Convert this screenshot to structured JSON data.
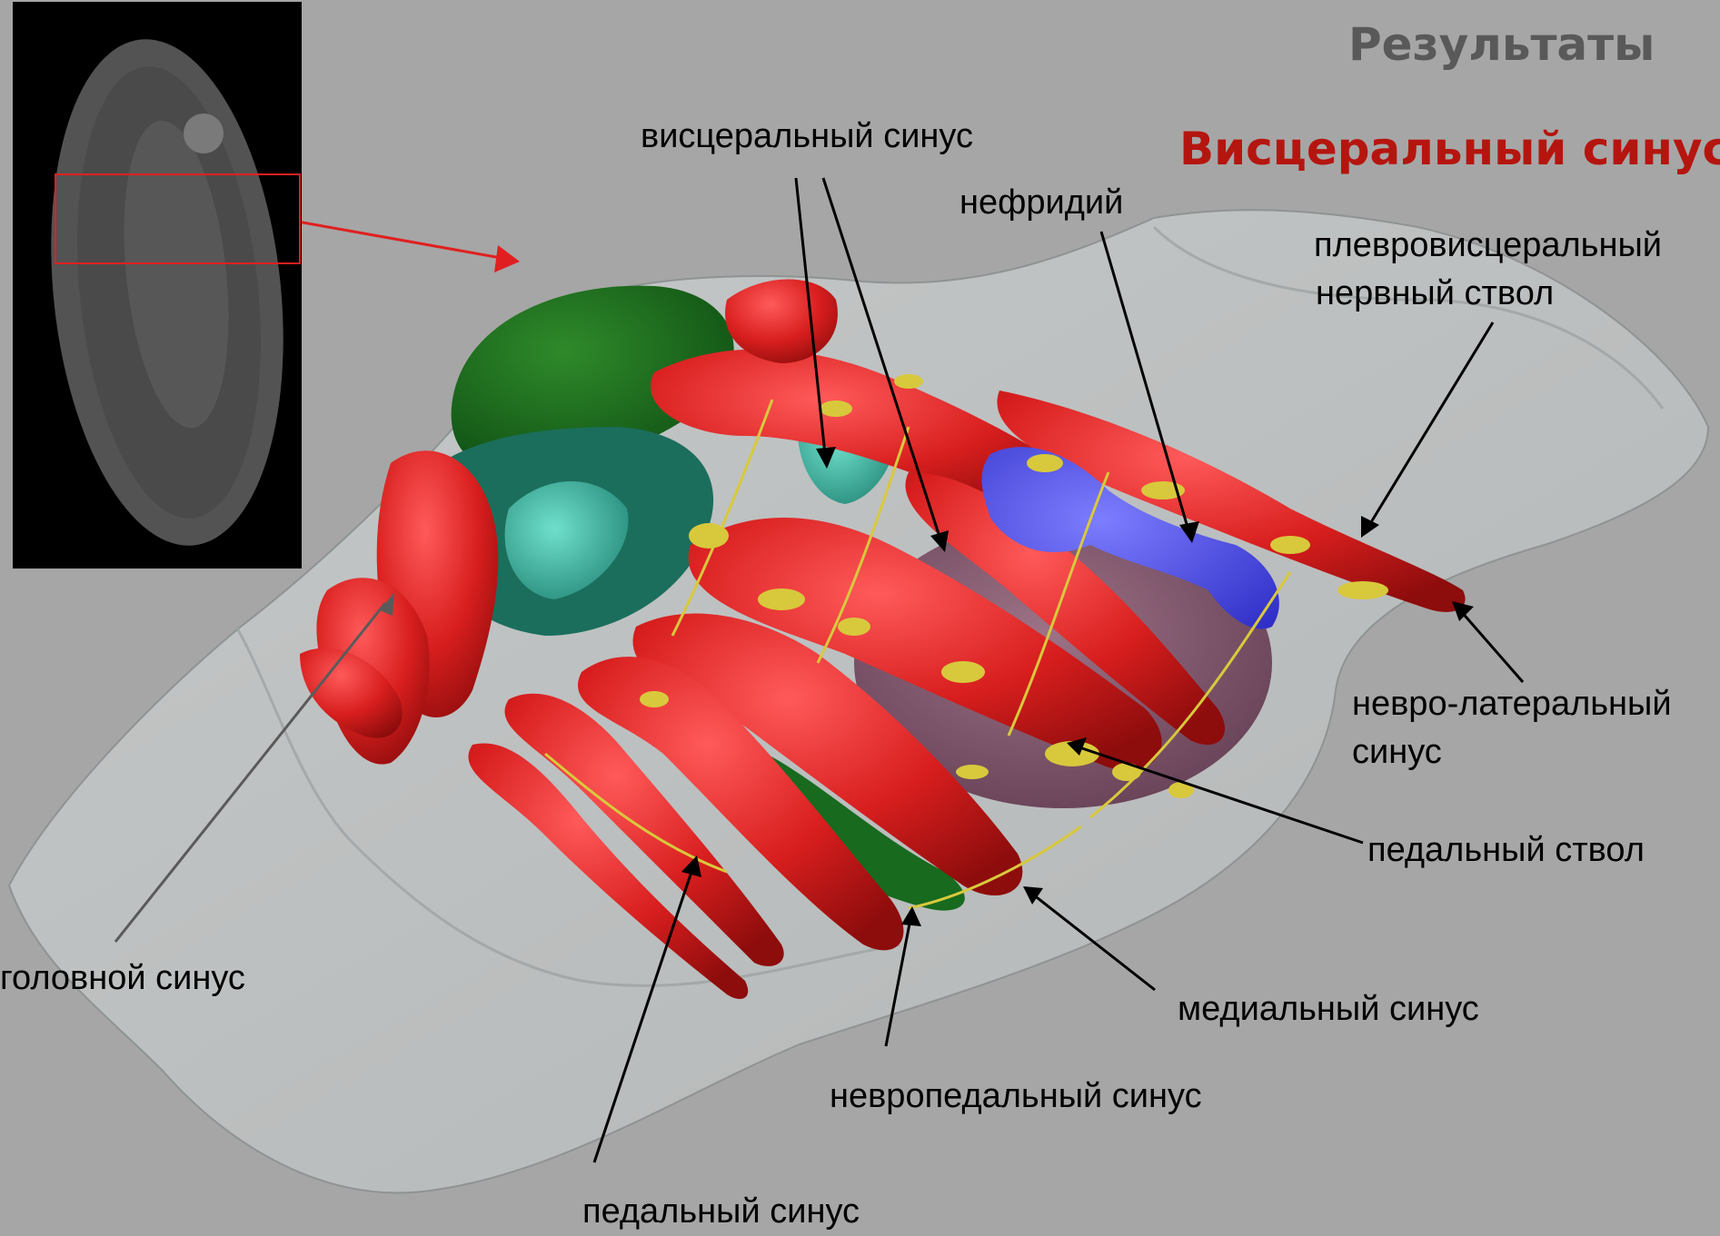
{
  "header": {
    "title": "Результаты",
    "subtitle": "Висцеральный синус"
  },
  "labels": {
    "visceral_sinus": "висцеральный синус",
    "nephridium": "нефридий",
    "pleurovisceral_line1": "плевровисцеральный",
    "pleurovisceral_line2": "нервный ствол",
    "neurolateral_line1": "невро-латеральный",
    "neurolateral_line2": "синус",
    "pedal_trunk": "педальный ствол",
    "medial_sinus": "медиальный синус",
    "neuropedal_sinus": "невропедальный синус",
    "pedal_sinus": "педальный синус",
    "head_sinus": "головной синус"
  },
  "colors": {
    "background": "#a6a6a6",
    "title": "#595959",
    "subtitle": "#b5150f",
    "sinus_red": "#d81e1e",
    "nerve_yellow": "#d8c93c",
    "nephridium_blue": "#4b4bea",
    "organ_green": "#12621a",
    "organ_teal": "#3fb3a0",
    "organ_purple": "#7a4a62",
    "highlight_box": "#e02020"
  }
}
